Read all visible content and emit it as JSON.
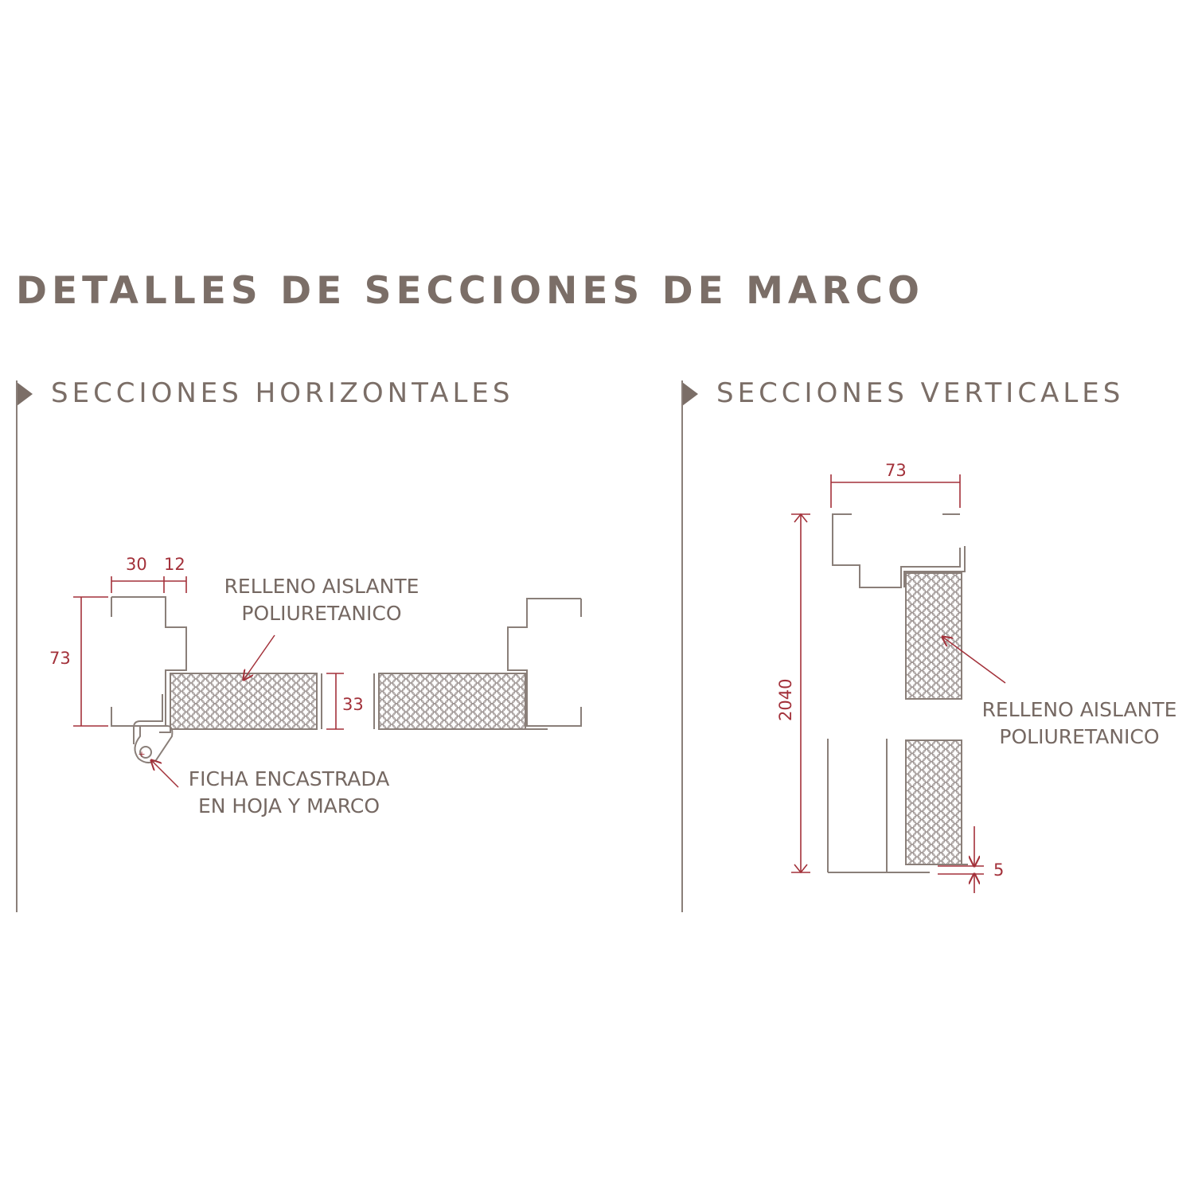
{
  "title": "DETALLES DE SECCIONES DE MARCO",
  "sections": {
    "horizontal": {
      "heading": "SECCIONES HORIZONTALES",
      "dims": {
        "frame_depth_a": "30",
        "frame_depth_b": "12",
        "frame_width": "73",
        "leaf_thickness": "33"
      },
      "label_fill_1": "RELLENO AISLANTE",
      "label_fill_2": "POLIURETANICO",
      "label_hinge_1": "FICHA ENCASTRADA",
      "label_hinge_2": "EN HOJA Y MARCO"
    },
    "vertical": {
      "heading": "SECCIONES VERTICALES",
      "dims": {
        "frame_width": "73",
        "height": "2040",
        "gap": "5"
      },
      "label_fill_1": "RELLENO AISLANTE",
      "label_fill_2": "POLIURETANICO"
    }
  },
  "colors": {
    "text": "#7b6e67",
    "dimension": "#a3313a",
    "line": "#8a7f79",
    "honeycomb": "#9b9290"
  }
}
